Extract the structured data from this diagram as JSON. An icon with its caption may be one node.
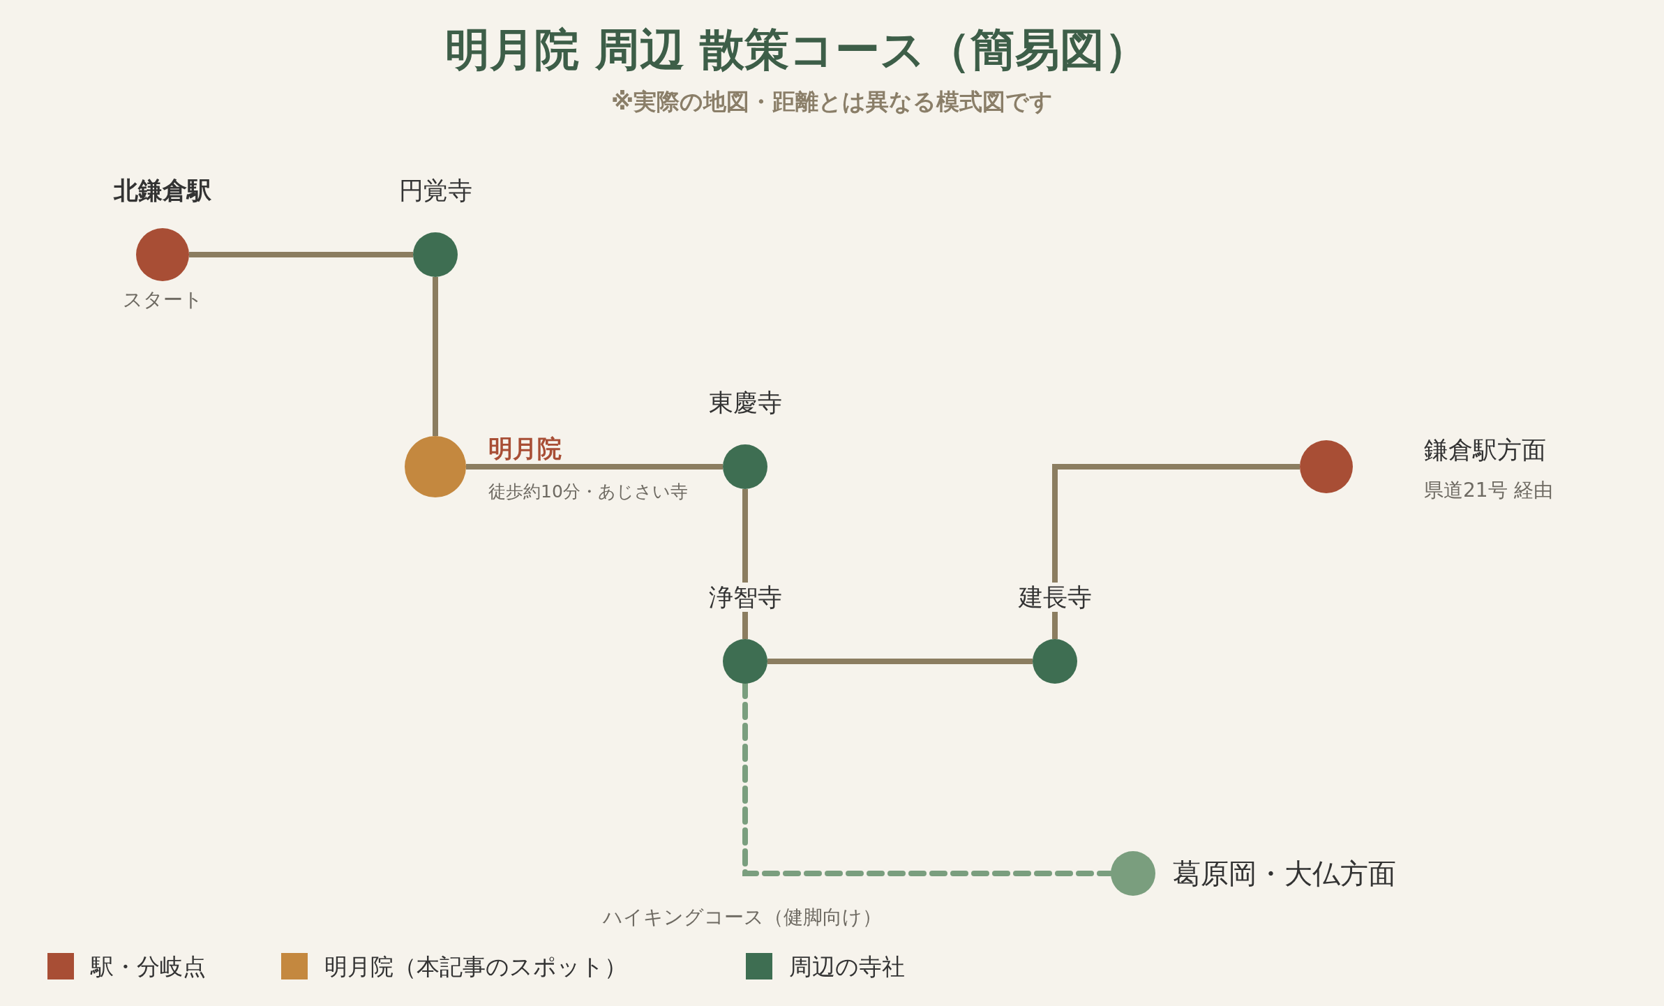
{
  "diagram": {
    "title": "明月院 周辺 散策コース（簡易図）",
    "caption": "※実際の地図・距離とは異なる模式図です",
    "nodes": [
      {
        "text": [
          "北鎌倉駅"
        ],
        "beside": [
          "スタート"
        ]
      },
      {
        "text": [
          "円覚寺"
        ]
      },
      {
        "text": [
          "明月院"
        ],
        "beside": [
          "徒歩約10分・あじさい寺"
        ]
      },
      {
        "text": [
          "東慶寺"
        ]
      },
      {
        "text": [
          "浄智寺"
        ]
      },
      {
        "text": [
          "建長寺"
        ]
      },
      {
        "text": [
          "鎌倉駅方面"
        ],
        "beside": [
          "県道21号 経由"
        ]
      },
      {
        "text": [
          "葛原岡・大仏方面"
        ]
      }
    ],
    "edges": [
      {
        "from": 0,
        "to": 1,
        "arrow": "none"
      },
      {
        "from": 1,
        "to": 2,
        "arrow": "none"
      },
      {
        "from": 2,
        "to": 3,
        "arrow": "none"
      },
      {
        "from": 3,
        "to": 4,
        "arrow": "none"
      },
      {
        "from": 4,
        "to": 5,
        "arrow": "none"
      },
      {
        "from": 5,
        "to": 6,
        "arrow": "none"
      },
      {
        "from": 4,
        "to": 7,
        "arrow": "none",
        "label": "ハイキングコース（健脚向け）",
        "style": "dashed",
        "color": "#7a9e7e"
      }
    ],
    "legend": [
      {
        "text": "駅・分岐点",
        "color": "#a84e35"
      },
      {
        "text": "明月院（本記事のスポット）",
        "color": "#c4883f"
      },
      {
        "text": "周辺の寺社",
        "color": "#3e6e52"
      }
    ]
  }
}
